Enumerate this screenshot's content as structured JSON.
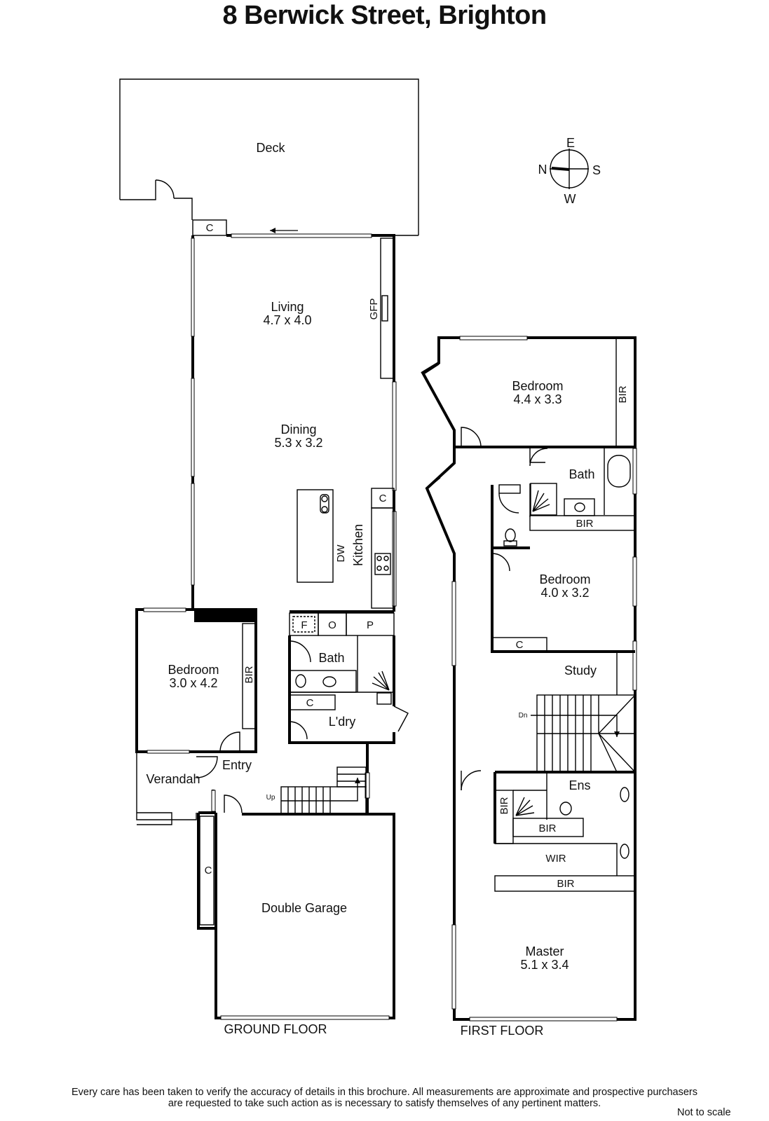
{
  "title": "8 Berwick Street, Brighton",
  "compass": {
    "n": "N",
    "e": "E",
    "s": "S",
    "w": "W"
  },
  "ground_floor": {
    "label": "GROUND FLOOR",
    "rooms": {
      "deck": "Deck",
      "cupboard_deck": "C",
      "living": "Living",
      "living_dim": "4.7 x 4.0",
      "gfp": "GFP",
      "dining": "Dining",
      "dining_dim": "5.3 x 3.2",
      "pantry_c": "C",
      "dw": "DW",
      "kitchen": "Kitchen",
      "fridge": "F",
      "oven": "O",
      "pantry": "P",
      "bedroom": "Bedroom",
      "bedroom_dim": "3.0 x 4.2",
      "bir": "BIR",
      "bath": "Bath",
      "linen_c": "C",
      "laundry": "L'dry",
      "entry": "Entry",
      "verandah": "Verandah",
      "up": "Up",
      "garage_c": "C",
      "garage": "Double Garage"
    }
  },
  "first_floor": {
    "label": "FIRST FLOOR",
    "rooms": {
      "bedroom1": "Bedroom",
      "bedroom1_dim": "4.4 x 3.3",
      "bir1": "BIR",
      "bath": "Bath",
      "bir2": "BIR",
      "bedroom2": "Bedroom",
      "bedroom2_dim": "4.0 x 3.2",
      "c": "C",
      "study": "Study",
      "dn": "Dn",
      "ens": "Ens",
      "bir3": "BIR",
      "bir4": "BIR",
      "wir": "WIR",
      "bir5": "BIR",
      "master": "Master",
      "master_dim": "5.1 x 3.4"
    }
  },
  "disclaimer_line1": "Every care has been taken to verify the accuracy of details in this brochure.  All measurements are approximate and prospective purchasers",
  "disclaimer_line2": "are requested to take such action as is necessary to satisfy themselves of any pertinent matters.",
  "not_to_scale": "Not to scale"
}
